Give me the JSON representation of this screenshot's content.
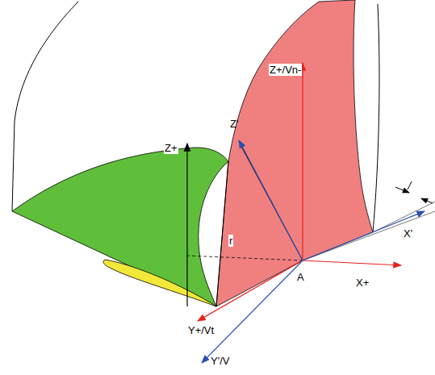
{
  "diagram": {
    "labels": [
      "Z+/Vn-",
      "Z'",
      "Z+",
      "r",
      "X'",
      "X+",
      "A",
      "Y+/Vt",
      "Y'/V"
    ]
  }
}
